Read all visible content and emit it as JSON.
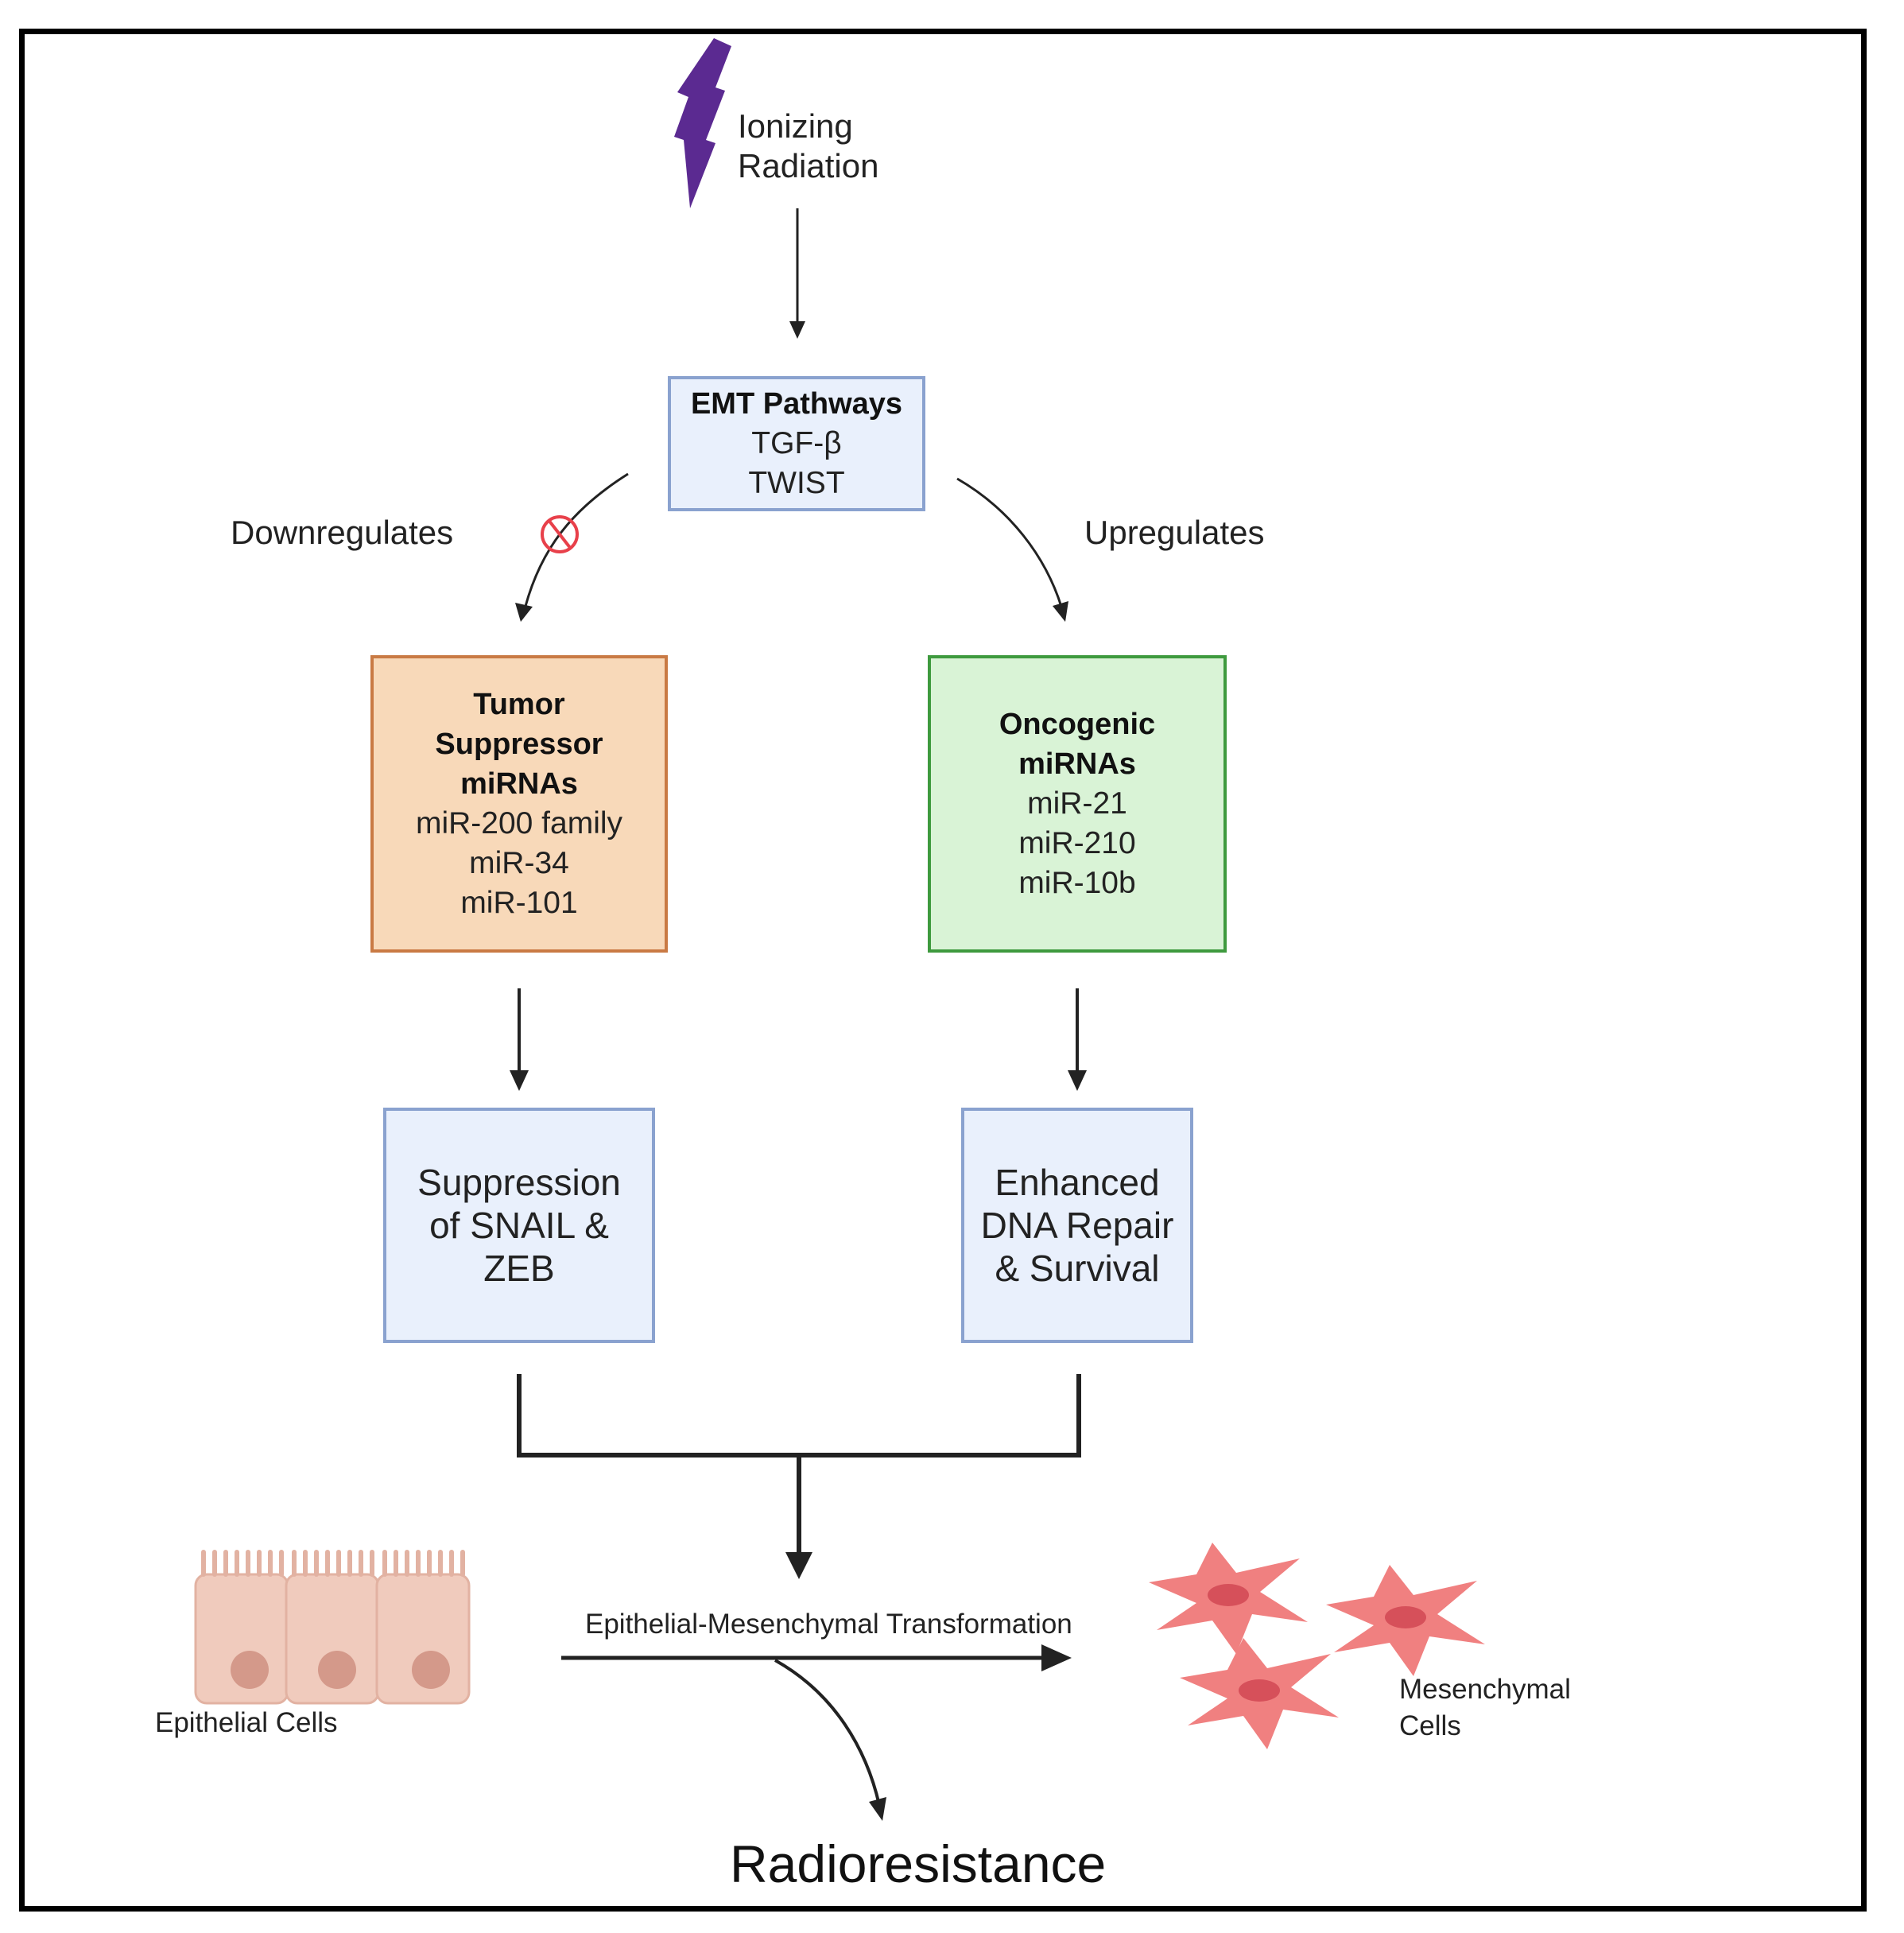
{
  "diagram": {
    "trigger": {
      "line1": "Ionizing",
      "line2": "Radiation"
    },
    "emt": {
      "title": "EMT Pathways",
      "items": [
        "TGF-β",
        "TWIST"
      ]
    },
    "edge_labels": {
      "left": "Downregulates",
      "right": "Upregulates"
    },
    "tumor_suppressor": {
      "title_lines": [
        "Tumor",
        "Suppressor",
        "miRNAs"
      ],
      "items": [
        "miR-200 family",
        "miR-34",
        "miR-101"
      ]
    },
    "oncogenic": {
      "title_lines": [
        "Oncogenic",
        "miRNAs"
      ],
      "items": [
        "miR-21",
        "miR-210",
        "miR-10b"
      ]
    },
    "suppression": {
      "lines": [
        "Suppression",
        "of SNAIL &",
        "ZEB"
      ]
    },
    "enhanced": {
      "lines": [
        "Enhanced",
        "DNA Repair",
        "& Survival"
      ]
    },
    "transition": {
      "epithelial": "Epithelial Cells",
      "arrow_label": "Epithelial-Mesenchymal Transformation",
      "mesenchymal_lines": [
        "Mesenchymal",
        "Cells"
      ]
    },
    "outcome": "Radioresistance"
  },
  "colors": {
    "lightning": "#5b2a91",
    "inhibit": "#e8404a",
    "box_blue_fill": "#e9f0fc",
    "box_orange_fill": "#f8d9b9",
    "box_green_fill": "#d9f3d6",
    "epithelial_cell": "#f0cbbd",
    "mesenchymal_cell": "#f08080"
  },
  "icons": [
    "lightning-bolt-icon",
    "inhibition-icon",
    "epithelial-cells-icon",
    "mesenchymal-cell-icon"
  ]
}
